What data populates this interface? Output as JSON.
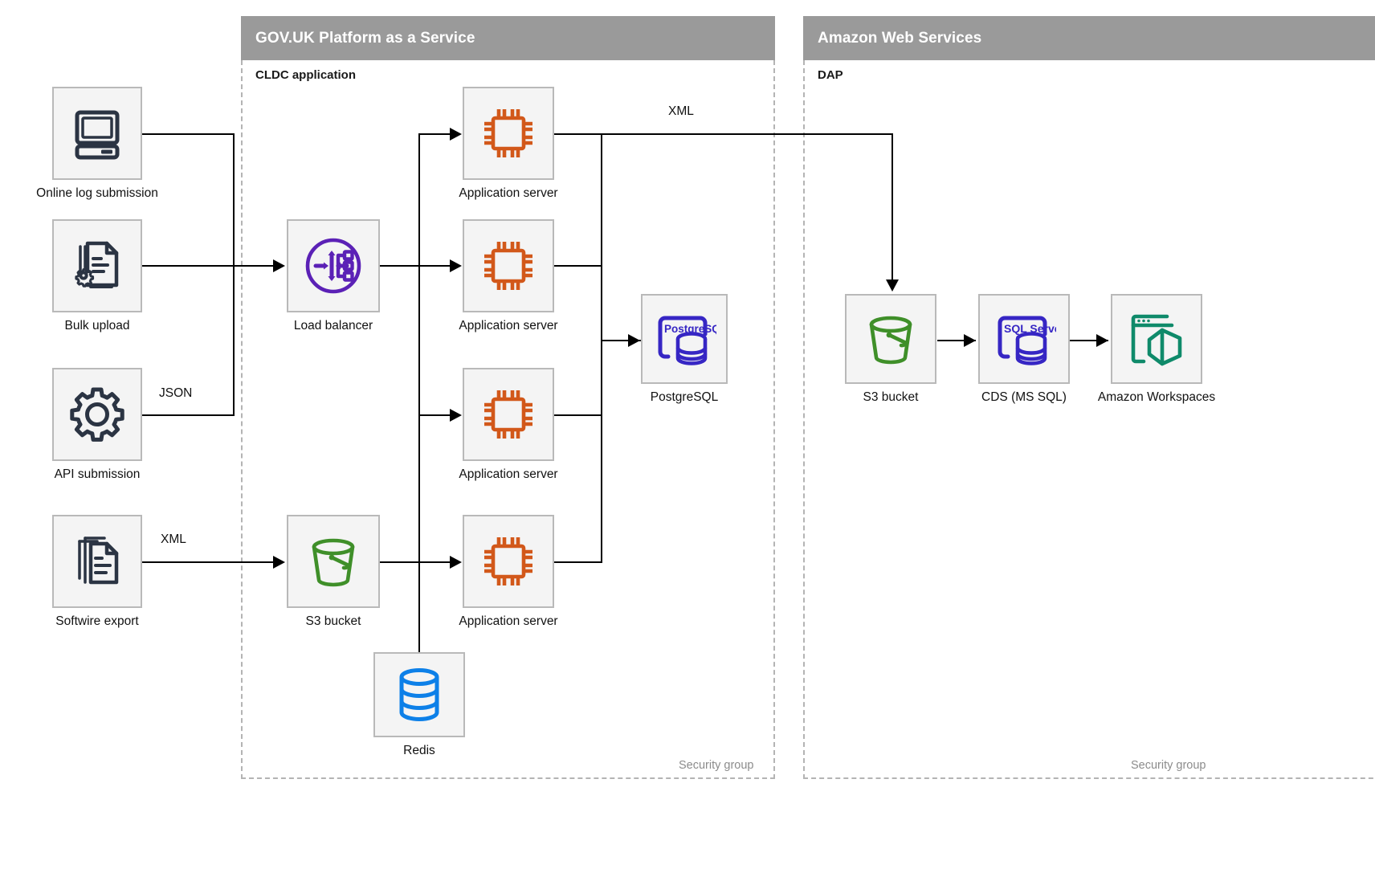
{
  "zones": [
    {
      "id": "paas",
      "title": "GOV.UK Platform as a Service",
      "subtitle": "CLDC application",
      "footer": "Security group"
    },
    {
      "id": "aws",
      "title": "Amazon Web Services",
      "subtitle": "DAP",
      "footer": "Security group"
    }
  ],
  "nodes": [
    {
      "id": "online-log-submission",
      "label": "Online log submission",
      "icon": "desktop-computer-icon"
    },
    {
      "id": "bulk-upload",
      "label": "Bulk upload",
      "icon": "document-gear-icon"
    },
    {
      "id": "api-submission",
      "label": "API submission",
      "icon": "gear-icon"
    },
    {
      "id": "softwire-export",
      "label": "Softwire export",
      "icon": "stacked-documents-icon"
    },
    {
      "id": "load-balancer",
      "label": "Load balancer",
      "icon": "load-balancer-icon"
    },
    {
      "id": "s3-bucket-paas",
      "label": "S3 bucket",
      "icon": "bucket-icon"
    },
    {
      "id": "app-server-1",
      "label": "Application server",
      "icon": "cpu-chip-icon"
    },
    {
      "id": "app-server-2",
      "label": "Application server",
      "icon": "cpu-chip-icon"
    },
    {
      "id": "app-server-3",
      "label": "Application server",
      "icon": "cpu-chip-icon"
    },
    {
      "id": "app-server-4",
      "label": "Application server",
      "icon": "cpu-chip-icon"
    },
    {
      "id": "redis",
      "label": "Redis",
      "icon": "database-cylinder-icon"
    },
    {
      "id": "postgresql",
      "label": "PostgreSQL",
      "icon": "postgresql-icon",
      "icon_text": "PostgreSQL"
    },
    {
      "id": "s3-bucket-aws",
      "label": "S3 bucket",
      "icon": "bucket-icon"
    },
    {
      "id": "cds-ms-sql",
      "label": "CDS (MS SQL)",
      "icon": "sql-server-icon",
      "icon_text": "SQL Server"
    },
    {
      "id": "amazon-workspaces",
      "label": "Amazon Workspaces",
      "icon": "workspaces-icon"
    }
  ],
  "edge_labels": [
    {
      "id": "api-json",
      "text": "JSON"
    },
    {
      "id": "softwire-xml",
      "text": "XML"
    },
    {
      "id": "appserver-s3-xml",
      "text": "XML"
    }
  ],
  "colors": {
    "zone_header": "#9a9a9a",
    "zone_border": "#b4b4b4",
    "node_fill": "#f4f4f4",
    "node_border": "#b9b9b9",
    "icon_dark": "#2b3443",
    "icon_purple": "#5b21b6",
    "icon_orange": "#d2581a",
    "icon_green": "#3f8f29",
    "icon_blue": "#0d80e8",
    "icon_indigo": "#3626c4",
    "icon_teal": "#0f8a6a",
    "connector": "#000000"
  }
}
